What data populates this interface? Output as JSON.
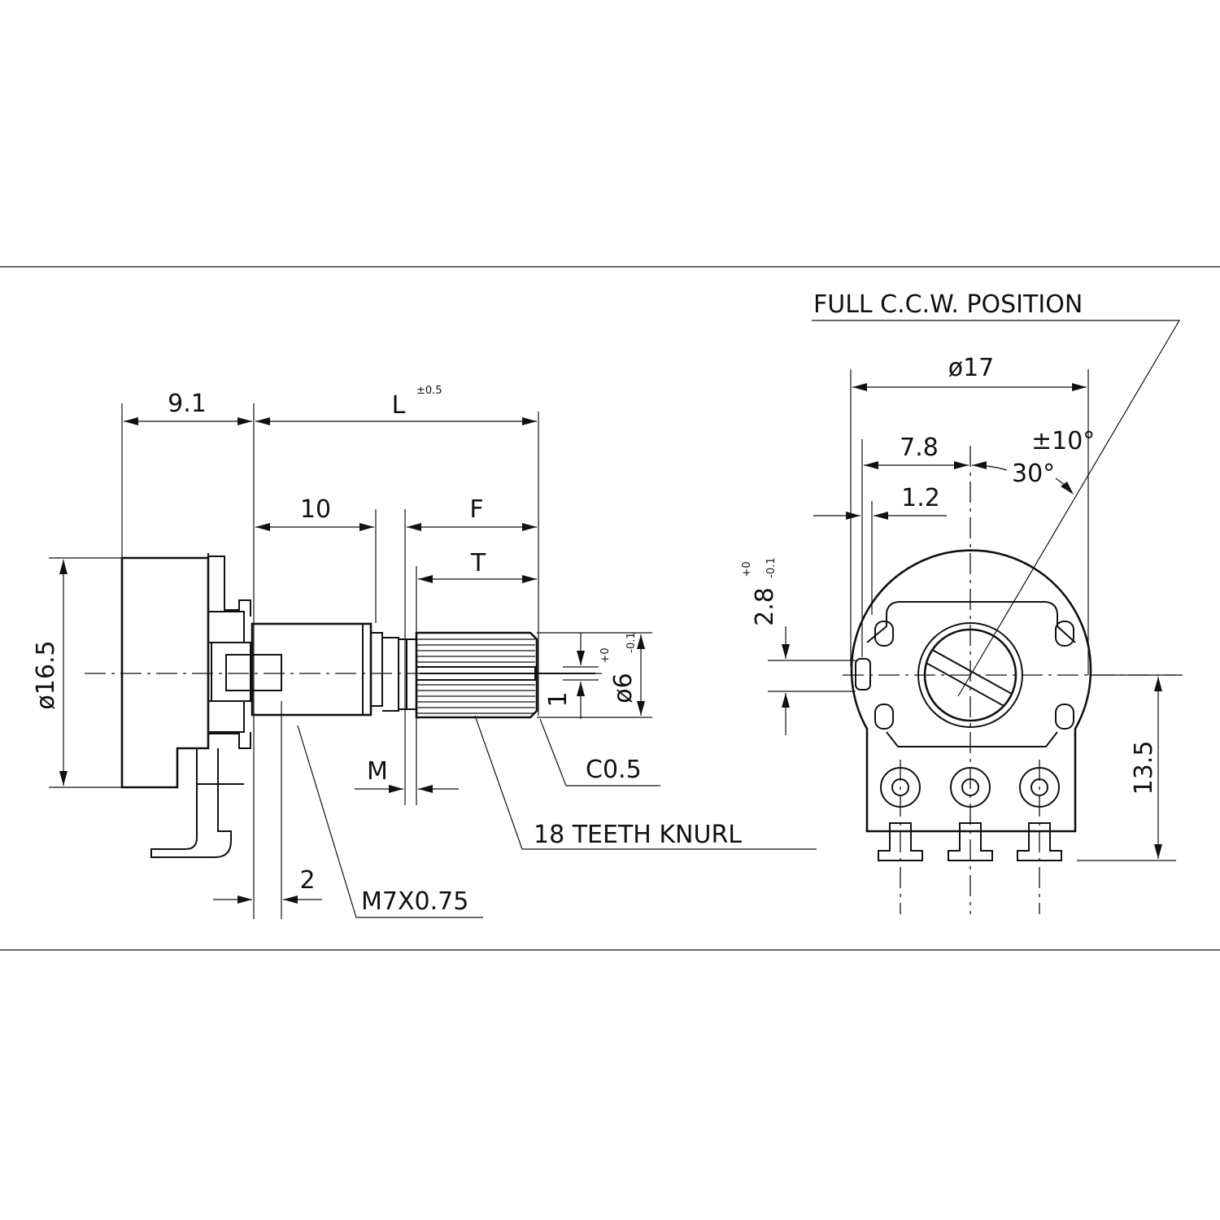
{
  "labels": {
    "dim_9_1": "9.1",
    "dim_L": "L",
    "tol_L": "±0.5",
    "dim_10": "10",
    "dim_F": "F",
    "dim_T": "T",
    "dia_16_5": "ø16.5",
    "dia_6": "ø6",
    "tol_6_upper": "+0",
    "tol_6_lower": "-0.1",
    "dim_1": "1",
    "dim_M": "M",
    "dim_2": "2",
    "chamfer": "C0.5",
    "knurl": "18 TEETH KNURL",
    "thread": "M7X0.75",
    "ccw": "FULL C.C.W. POSITION",
    "dia_17": "ø17",
    "dim_7_8": "7.8",
    "dim_1_2": "1.2",
    "tol_angle": "±10°",
    "angle_30": "30°",
    "dim_2_8": "2.8",
    "tol_2_8_upper": "+0",
    "tol_2_8_lower": "-0.1",
    "dim_13_5": "13.5"
  }
}
